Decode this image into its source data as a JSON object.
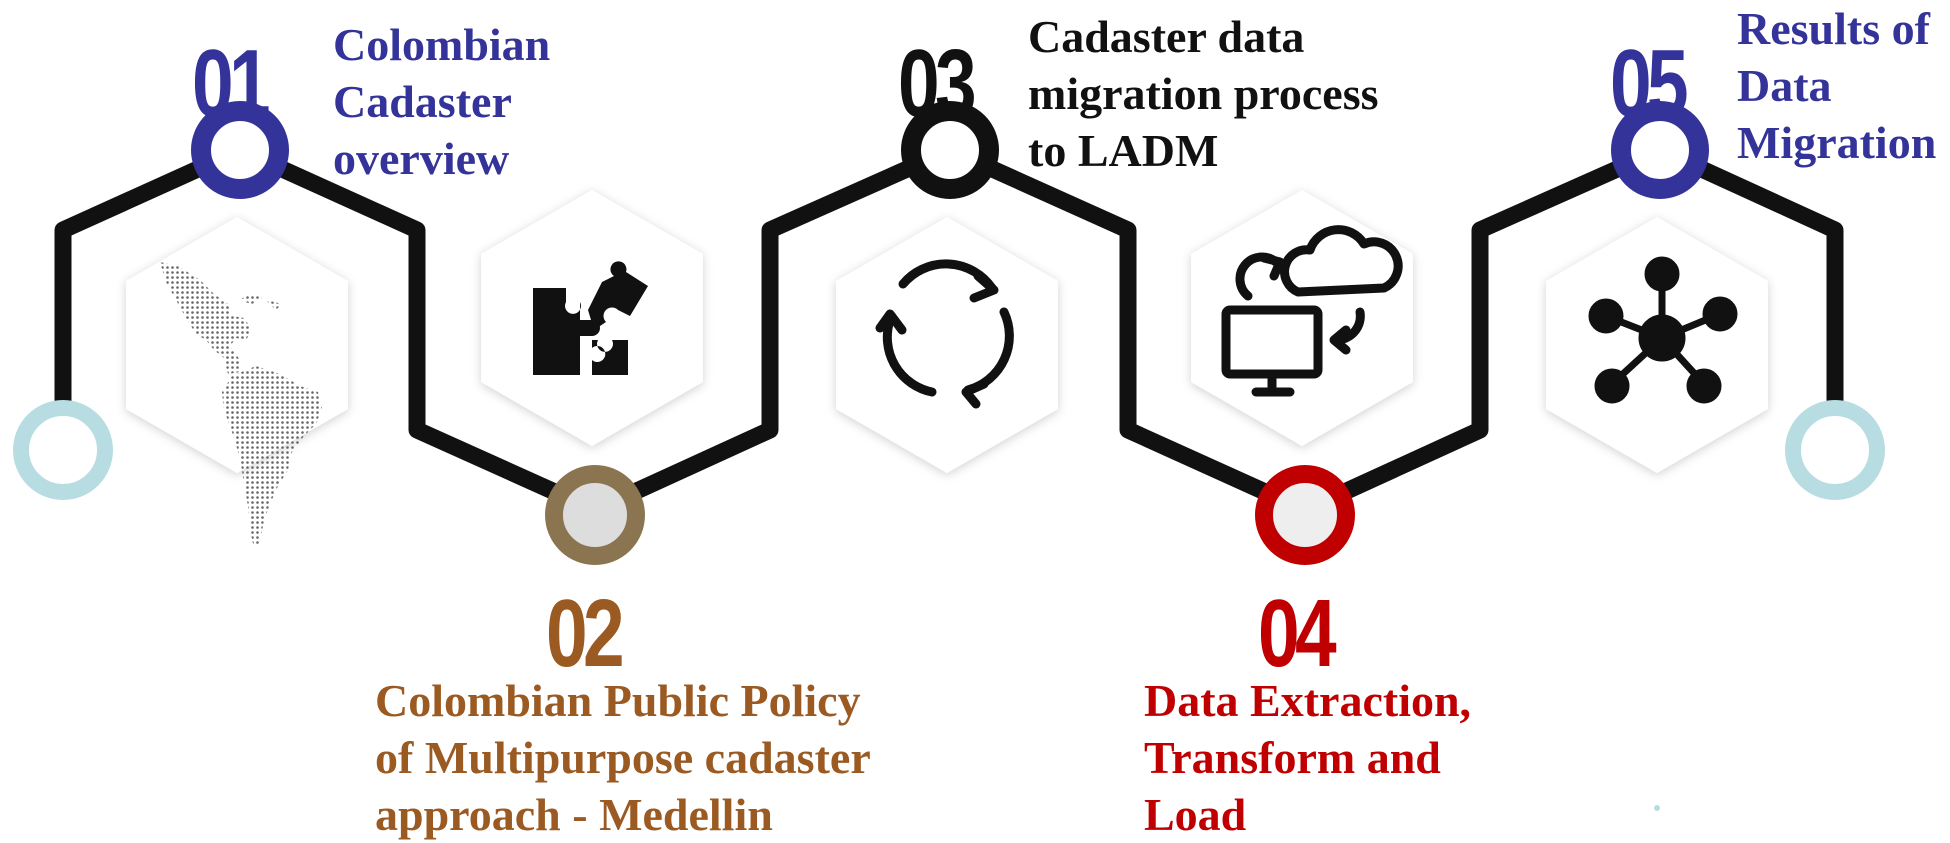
{
  "colors": {
    "blue": "#33339a",
    "brown": "#9a5a22",
    "black": "#111111",
    "red": "#c00000",
    "light_blue": "#b7dde3",
    "hex_fill": "#ffffff",
    "icon_color": "#111111"
  },
  "steps": [
    {
      "number": "01",
      "color": "#33339a",
      "label_lines": [
        "Colombian",
        "Cadaster",
        "overview"
      ],
      "icon": "latin-america-map-icon"
    },
    {
      "number": "02",
      "color": "#9a5a22",
      "label_lines": [
        "Colombian Public Policy",
        "of Multipurpose cadaster",
        "approach - Medellin"
      ],
      "icon": "puzzle-pieces-icon"
    },
    {
      "number": "03",
      "color": "#111111",
      "label_lines": [
        "Cadaster data",
        "migration process",
        "to LADM"
      ],
      "icon": "refresh-cycle-icon"
    },
    {
      "number": "04",
      "color": "#c00000",
      "label_lines": [
        "Data Extraction,",
        "Transform and",
        "Load"
      ],
      "icon": "cloud-computer-sync-icon"
    },
    {
      "number": "05",
      "color": "#33339a",
      "label_lines": [
        "Results of",
        "Data",
        "Migration"
      ],
      "icon": "network-hub-icon"
    }
  ]
}
